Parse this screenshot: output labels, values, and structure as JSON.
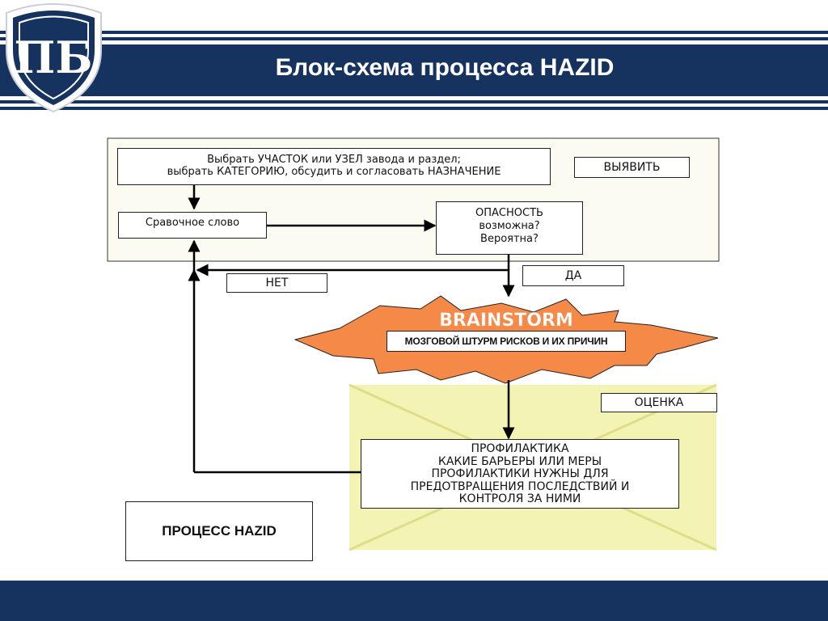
{
  "header": {
    "title": "Блок-схема процесса HAZID",
    "logo_text": "ПБ",
    "color": "#16325f"
  },
  "diagram": {
    "select_box": "Выбрать УЧАСТОК или УЗЕЛ завода и раздел;\nвыбрать КАТЕГОРИЮ, обсудить и согласовать НАЗНАЧЕНИЕ",
    "identify_label": "ВЫЯВИТЬ",
    "guide_word": "Сравочное слово",
    "hazard_box": "ОПАСНОСТЬ\nвозможна?\nВероятна?",
    "no_label": "НЕТ",
    "yes_label": "ДА",
    "brainstorm_title": "BRAINSTORM",
    "brainstorm_box": "МОЗГОВОЙ ШТУРМ РИСКОВ И ИХ ПРИЧИН",
    "assessment_label": "ОЦЕНКА",
    "prevention_box": "ПРОФИЛАКТИКА\nКАКИЕ БАРЬЕРЫ ИЛИ МЕРЫ\nПРОФИЛАКТИКИ НУЖНЫ ДЛЯ\nПРЕДОТВРАЩЕНИЯ ПОСЛЕДСТВИЙ  И\nКОНТРОЛЯ ЗА НИМИ",
    "process_label": "ПРОЦЕСС HAZID",
    "colors": {
      "identify_panel": "#fcfbf2",
      "burst": "#f58a48",
      "assessment_bg": "#f3f3b4",
      "assessment_diagonals": "#dede8a"
    }
  }
}
